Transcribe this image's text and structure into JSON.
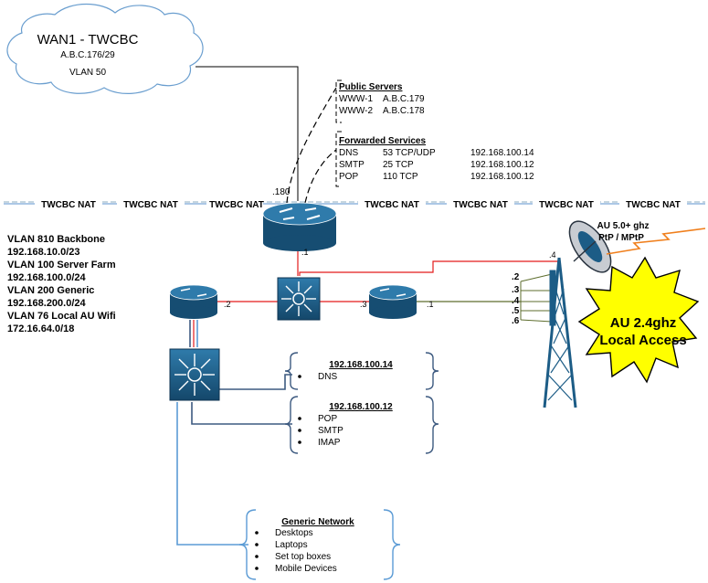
{
  "wan": {
    "title": "WAN1 - TWCBC",
    "subnet": "A.B.C.176/29",
    "vlan": "VLAN 50"
  },
  "nat_label": "TWCBC NAT",
  "public_servers": {
    "heading": "Public Servers",
    "rows": [
      {
        "name": "WWW-1",
        "ip": "A.B.C.179"
      },
      {
        "name": "WWW-2",
        "ip": "A.B.C.178"
      }
    ]
  },
  "forwarded_services": {
    "heading": "Forwarded Services",
    "rows": [
      {
        "service": "DNS",
        "port": "53 TCP/UDP",
        "ip": "192.168.100.14"
      },
      {
        "service": "SMTP",
        "port": "25 TCP",
        "ip": "192.168.100.12"
      },
      {
        "service": "POP",
        "port": "110 TCP",
        "ip": "192.168.100.12"
      }
    ]
  },
  "vlans": [
    {
      "name": "VLAN 810 Backbone",
      "subnet": "192.168.10.0/23",
      "color": "#e31b1b"
    },
    {
      "name": "VLAN 100 Server Farm",
      "subnet": "192.168.100.0/24",
      "color": "#3d5a80"
    },
    {
      "name": "VLAN 200 Generic",
      "subnet": "192.168.200.0/24",
      "color": "#5b9bd5"
    },
    {
      "name": "VLAN 76 Local AU Wifi",
      "subnet": "172.16.64.0/18",
      "color": "#5e6e2e"
    }
  ],
  "interface_labels": {
    "core_router": ".180",
    "core_down": ".1",
    "left_router": ".2",
    "mid_router_left": ".3",
    "mid_router_right": ".1",
    "tower_red": ".4",
    "tower_ports": [
      ".2",
      ".3",
      ".4",
      ".5",
      ".6"
    ]
  },
  "wireless": {
    "ptp": "AU 5.0+ ghz",
    "ptp_mode": "PtP / MPtP",
    "local": "AU 2.4ghz",
    "local_line2": "Local Access"
  },
  "servers": [
    {
      "ip": "192.168.100.14",
      "services": [
        "DNS"
      ]
    },
    {
      "ip": "192.168.100.12",
      "services": [
        "POP",
        "SMTP",
        "IMAP"
      ]
    }
  ],
  "generic_network": {
    "heading": "Generic Network",
    "items": [
      "Desktops",
      "Laptops",
      "Set top boxes",
      "Mobile Devices"
    ]
  },
  "colors": {
    "device_fill": "#1c5c86",
    "backbone": "#e31b1b",
    "server_farm": "#3d5a80",
    "generic": "#5b9bd5",
    "wifi": "#5e6e2e",
    "cloud_stroke": "#6a9ecf",
    "nat_line": "#7aa7d6",
    "starburst_fill": "#ffff00",
    "signal": "#f07f1c"
  }
}
